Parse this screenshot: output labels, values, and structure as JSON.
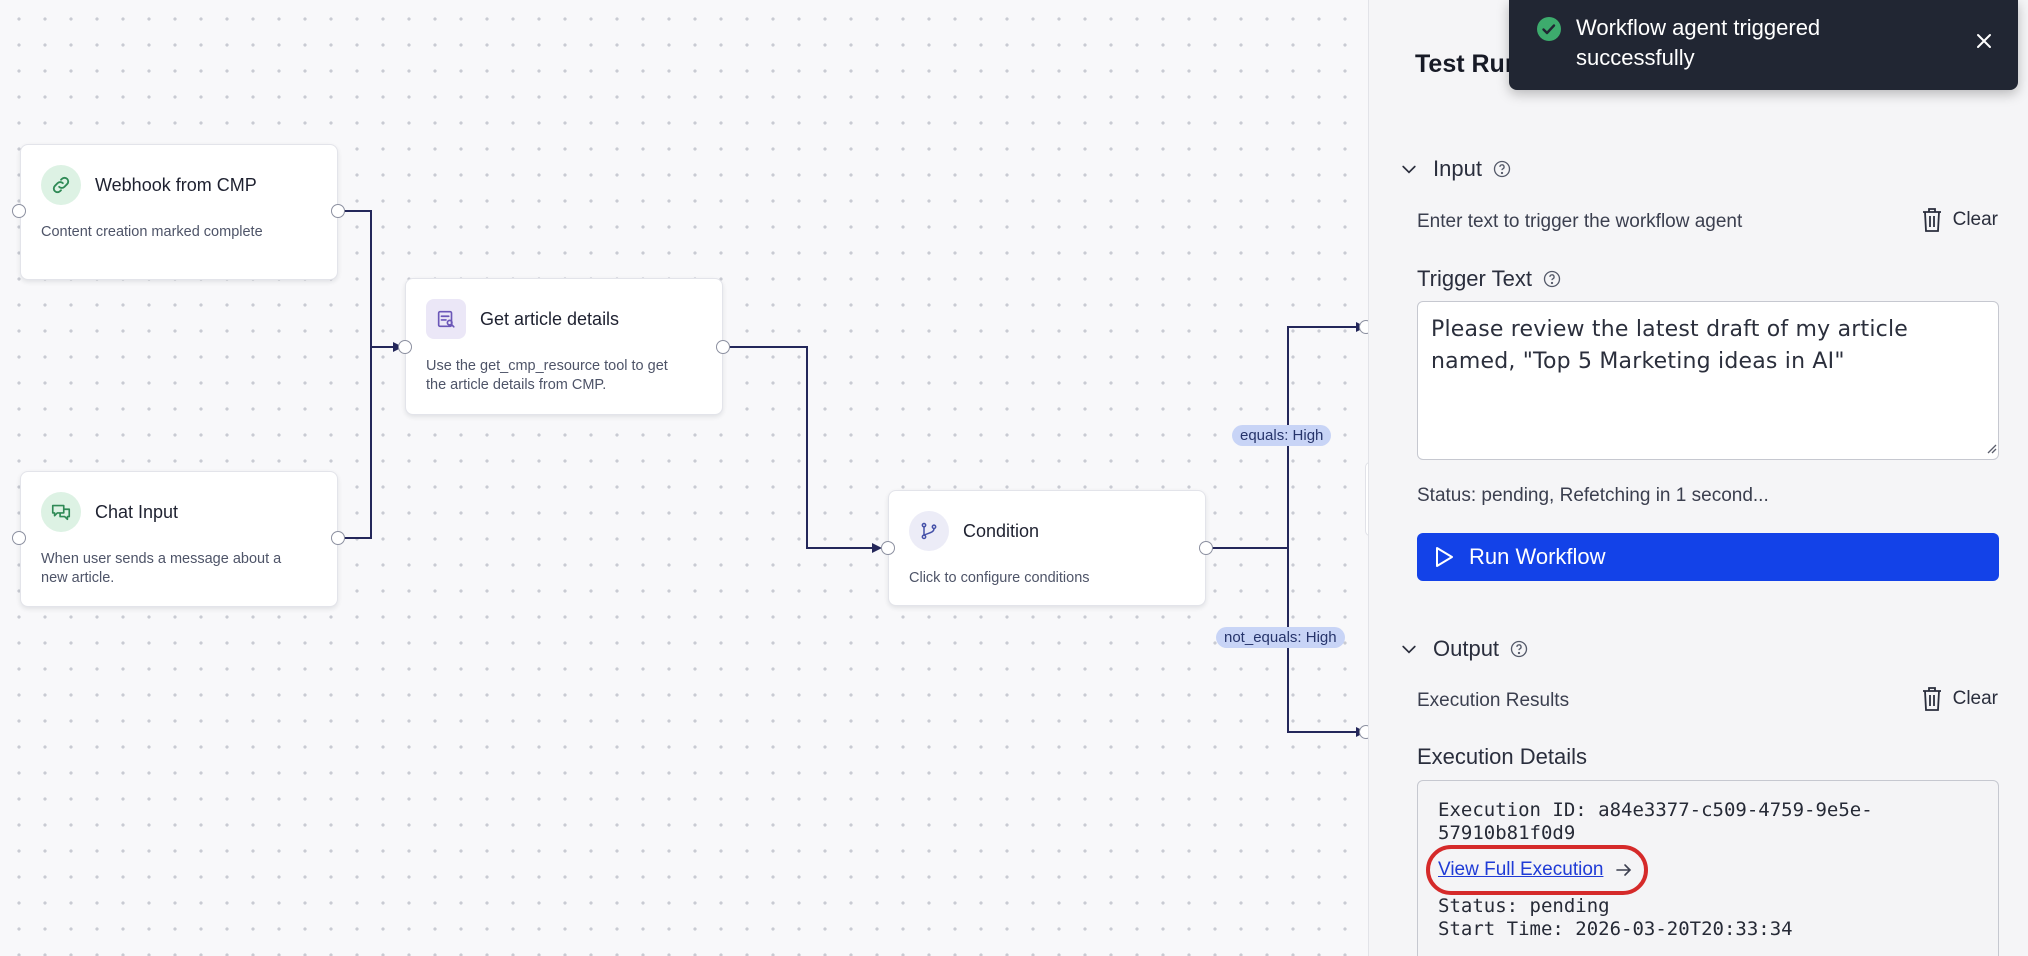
{
  "colors": {
    "accent": "#1342e8",
    "link": "#1f3bd6",
    "highlight_ring": "#d52a2a",
    "edge_label_bg": "#c8d4f6",
    "toast_bg": "#212633",
    "success": "#3dab6d"
  },
  "canvas": {
    "nodes": {
      "webhook": {
        "title": "Webhook from CMP",
        "description": "Content creation marked complete",
        "icon": "link-icon"
      },
      "chat": {
        "title": "Chat Input",
        "description_lines": [
          "When user sends a message about a",
          "new article."
        ],
        "icon": "chat-icon"
      },
      "article": {
        "title": "Get article details",
        "description_lines": [
          "Use the get_cmp_resource tool to get",
          "the article details from CMP."
        ],
        "icon": "article-icon"
      },
      "condition": {
        "title": "Condition",
        "description": "Click to configure conditions",
        "icon": "branch-icon"
      }
    },
    "edge_labels": {
      "equals": "equals: High",
      "not_equals": "not_equals: High"
    }
  },
  "panel": {
    "title": "Test Run",
    "input": {
      "label": "Input",
      "hint": "Enter text to trigger the workflow agent",
      "clear_label": "Clear",
      "trigger_label": "Trigger Text",
      "trigger_value": "Please review the latest draft of my article named, \"Top 5 Marketing ideas in AI\"",
      "status": "Status: pending, Refetching in 1 second...",
      "run_label": "Run Workflow"
    },
    "output": {
      "label": "Output",
      "results_label": "Execution Results",
      "clear_label": "Clear",
      "details_label": "Execution Details",
      "execution_id_line1": "Execution ID: a84e3377-c509-4759-9e5e-",
      "execution_id_line2": "57910b81f0d9",
      "view_link": "View Full Execution",
      "status_line": "Status: pending",
      "start_time_line": "Start Time: 2026-03-20T20:33:34"
    }
  },
  "toast": {
    "message": "Workflow agent triggered successfully",
    "icon": "check-circle-icon"
  }
}
